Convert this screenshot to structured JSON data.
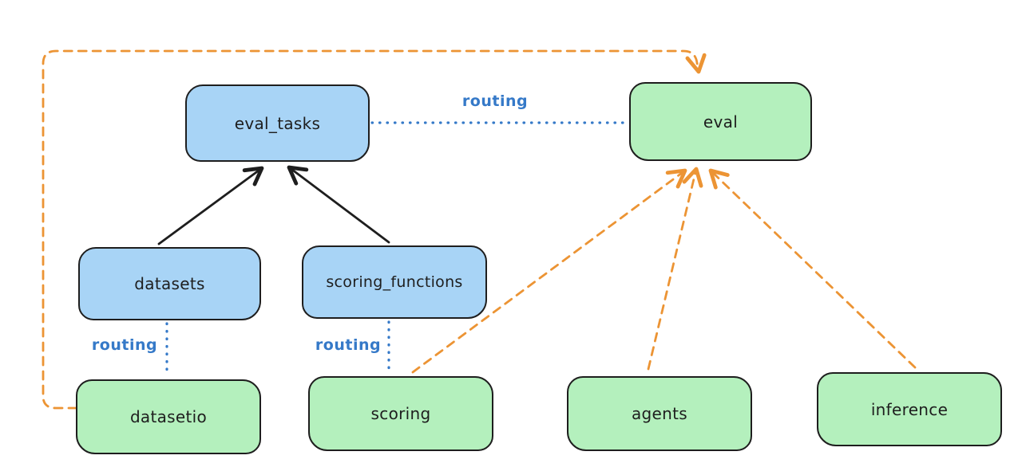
{
  "diagram": {
    "nodes": {
      "eval_tasks": {
        "label": "eval_tasks"
      },
      "eval": {
        "label": "eval"
      },
      "datasets": {
        "label": "datasets"
      },
      "scoring_functions": {
        "label": "scoring_functions"
      },
      "datasetio": {
        "label": "datasetio"
      },
      "scoring": {
        "label": "scoring"
      },
      "agents": {
        "label": "agents"
      },
      "inference": {
        "label": "inference"
      }
    },
    "edge_labels": {
      "routing_top": "routing",
      "routing_datasets": "routing",
      "routing_scoring": "routing"
    },
    "edges": [
      {
        "from": "datasets",
        "to": "eval_tasks",
        "style": "solid-black-arrow"
      },
      {
        "from": "scoring_functions",
        "to": "eval_tasks",
        "style": "solid-black-arrow"
      },
      {
        "from": "eval_tasks",
        "to": "eval",
        "style": "dotted-blue",
        "label": "routing"
      },
      {
        "from": "datasets",
        "to": "datasetio",
        "style": "dotted-blue",
        "label": "routing"
      },
      {
        "from": "scoring_functions",
        "to": "scoring",
        "style": "dotted-blue",
        "label": "routing"
      },
      {
        "from": "datasetio",
        "to": "eval",
        "style": "dashed-orange-arrow"
      },
      {
        "from": "scoring",
        "to": "eval",
        "style": "dashed-orange-arrow"
      },
      {
        "from": "agents",
        "to": "eval",
        "style": "dashed-orange-arrow"
      },
      {
        "from": "inference",
        "to": "eval",
        "style": "dashed-orange-arrow"
      }
    ],
    "colors": {
      "registry_fill": "#a8d4f6",
      "provider_fill": "#b4f0bd",
      "stroke": "#1e1e1e",
      "routing_blue": "#3579c8",
      "orange": "#ec9434"
    }
  }
}
